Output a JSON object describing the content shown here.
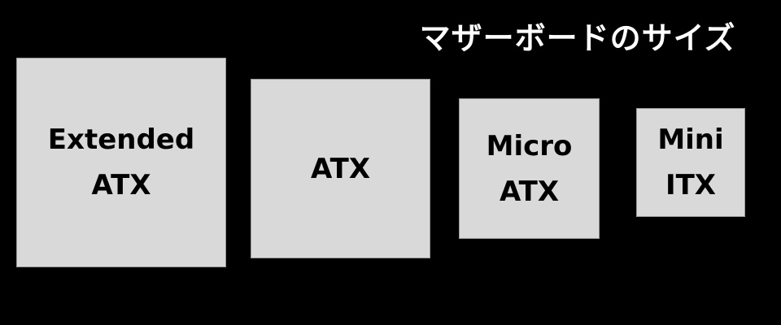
{
  "title": "マザーボードのサイズ",
  "boards": [
    {
      "line1": "Extended",
      "line2": "ATX"
    },
    {
      "line1": "ATX"
    },
    {
      "line1": "Micro",
      "line2": "ATX"
    },
    {
      "line1": "Mini",
      "line2": "ITX"
    }
  ],
  "colors": {
    "background": "#000000",
    "box": "#d9d9d9",
    "title": "#ffffff"
  }
}
